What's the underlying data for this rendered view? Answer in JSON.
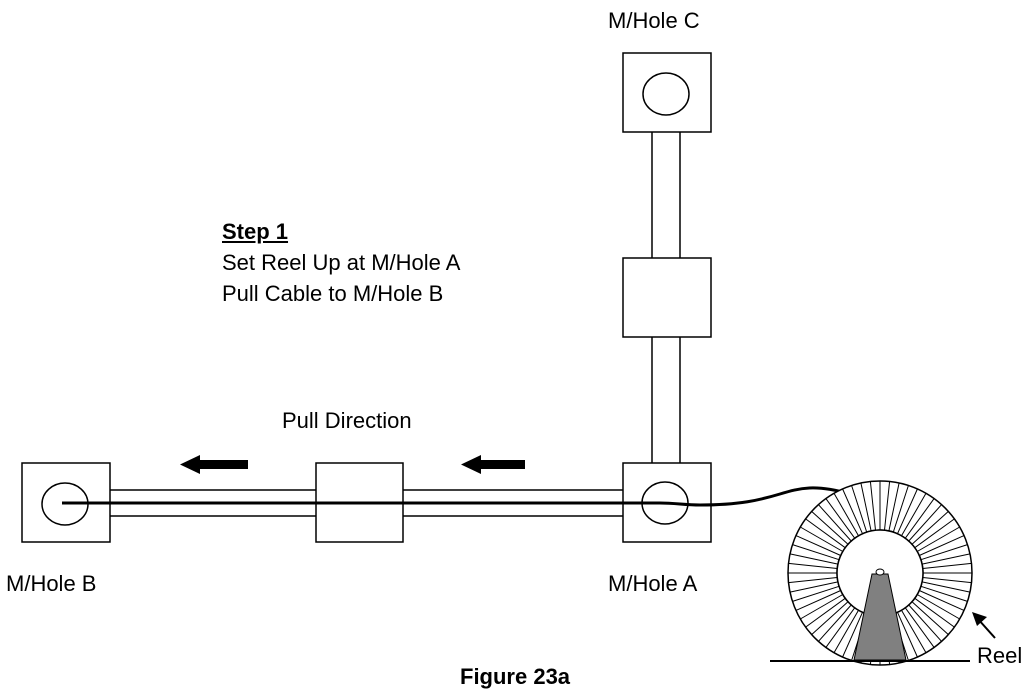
{
  "labels": {
    "manhole_c": "M/Hole C",
    "manhole_b": "M/Hole B",
    "manhole_a": "M/Hole A",
    "pull_direction": "Pull Direction",
    "reel": "Reel",
    "figure_caption": "Figure 23a"
  },
  "step": {
    "title": "Step 1",
    "line1": "Set Reel Up at M/Hole A",
    "line2": "Pull Cable to M/Hole B"
  },
  "colors": {
    "line": "#000000",
    "reel_stand": "#808080",
    "background": "#ffffff"
  }
}
